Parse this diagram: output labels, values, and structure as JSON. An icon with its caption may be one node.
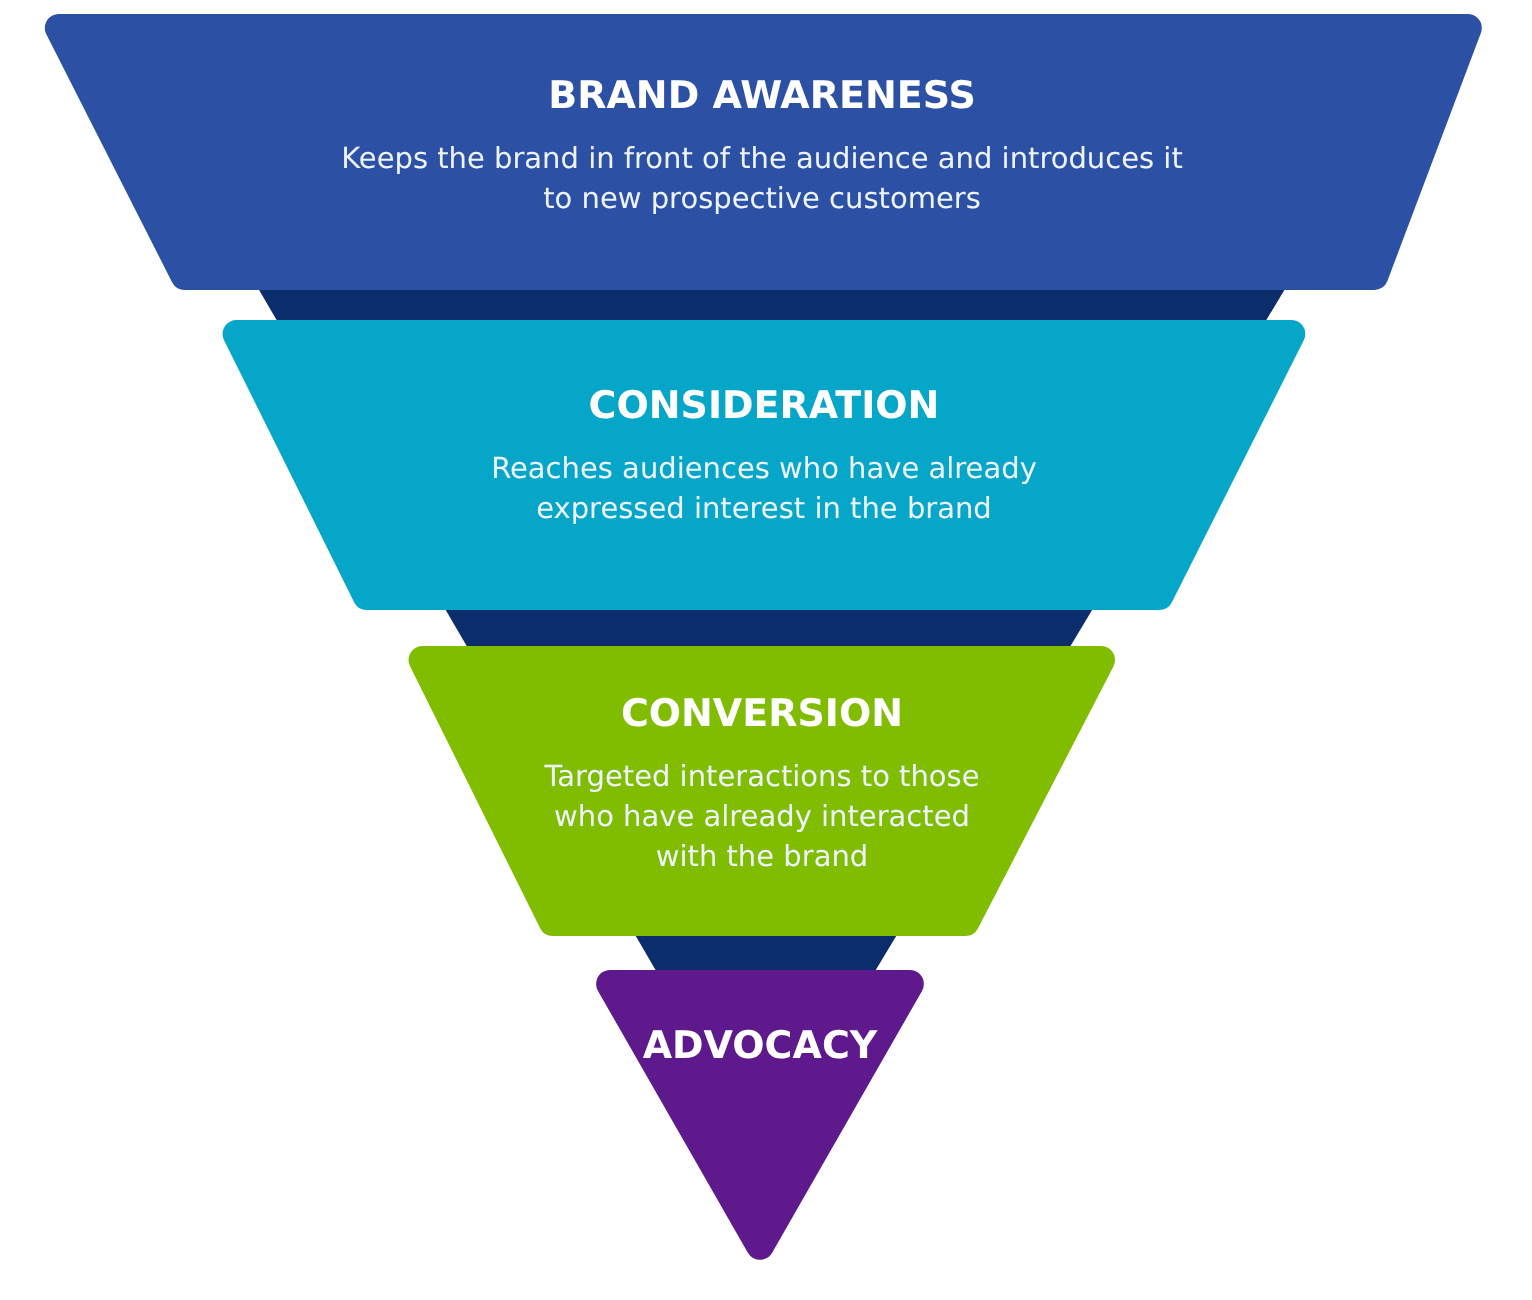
{
  "diagram": {
    "nodes": [
      {
        "text": [
          "BRAND AWARENESS",
          "Keeps the brand in front of the audience and introduces it to new prospective customers"
        ]
      },
      {
        "text": [
          "CONSIDERATION",
          "Reaches audiences who have already expressed interest in the brand"
        ]
      },
      {
        "text": [
          "CONVERSION",
          "Targeted interactions to those who have already interacted with the brand"
        ]
      },
      {
        "text": [
          "ADVOCACY"
        ]
      }
    ]
  }
}
